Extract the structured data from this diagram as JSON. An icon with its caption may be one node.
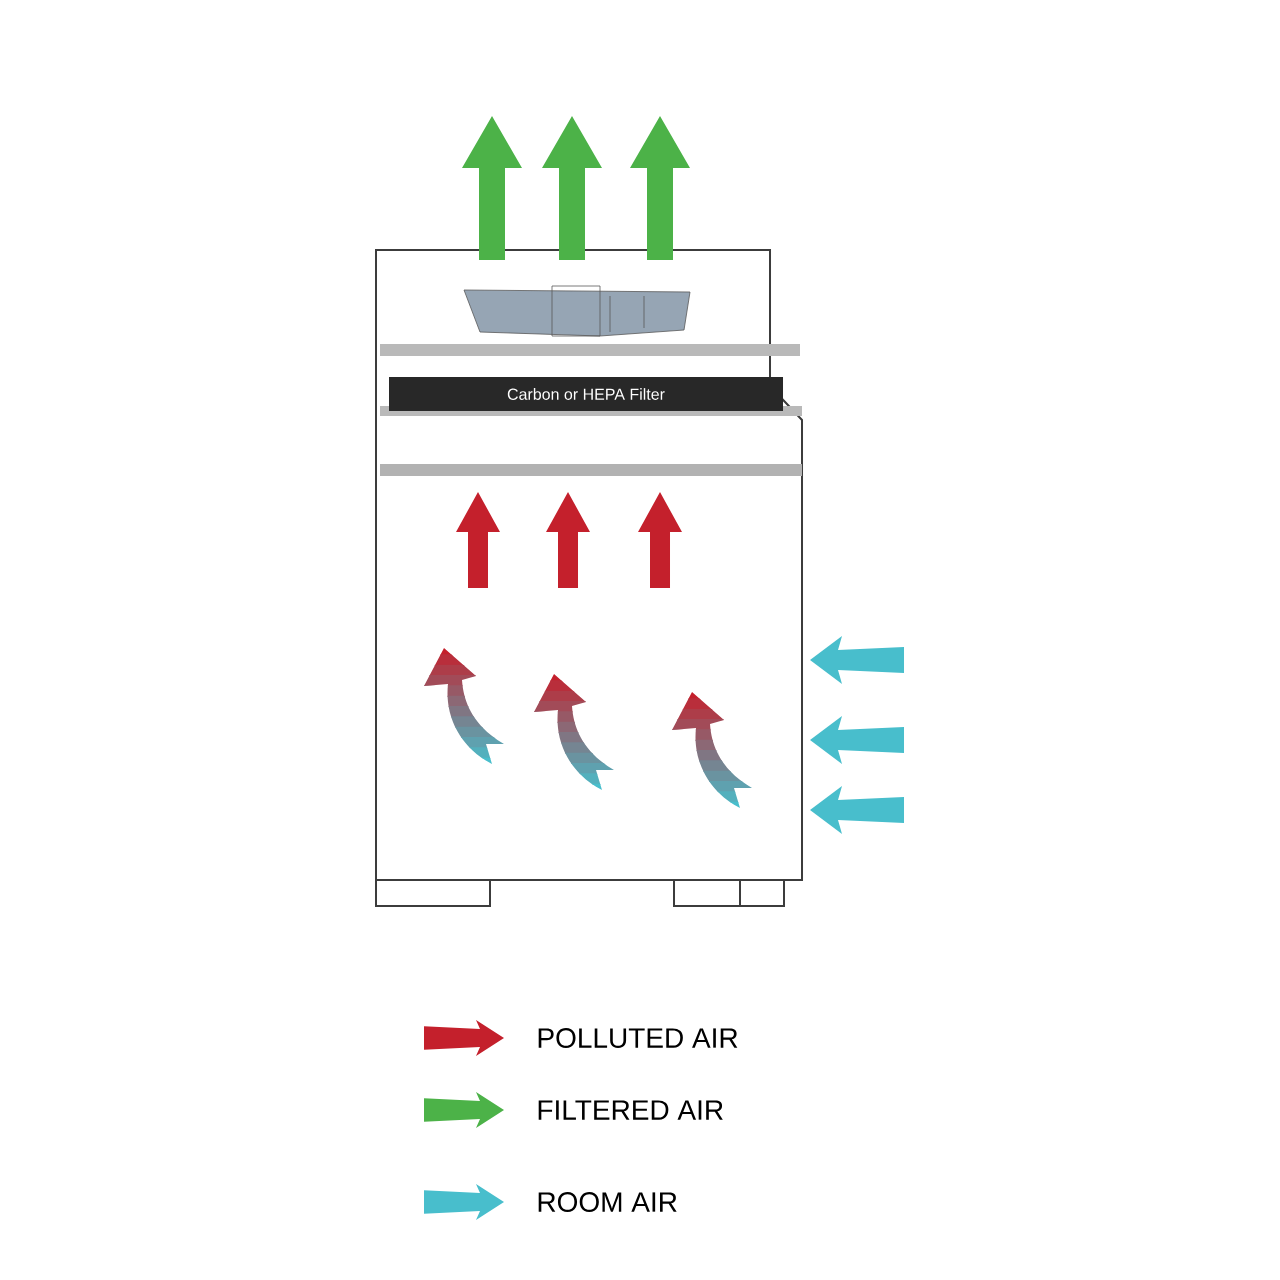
{
  "diagram": {
    "nodes": [
      {
        "text": [
          "Carbon or HEPA Filter"
        ]
      }
    ],
    "legend": [
      {
        "text": "POLLUTED AIR"
      },
      {
        "text": "FILTERED AIR"
      },
      {
        "text": "ROOM AIR"
      }
    ]
  }
}
